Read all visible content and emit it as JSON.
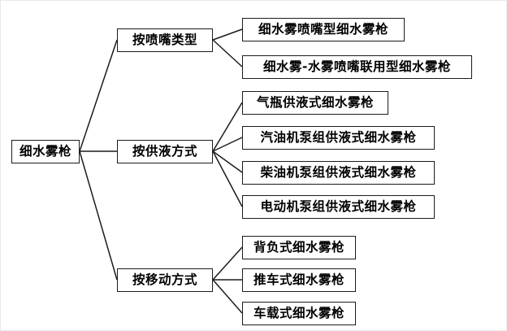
{
  "diagram": {
    "type": "tree",
    "title": "",
    "root": {
      "label": "细水雾枪"
    },
    "branches": [
      {
        "label": "按喷嘴类型",
        "children": [
          {
            "label": "细水雾喷嘴型细水雾枪"
          },
          {
            "label": "细水雾-水雾喷嘴联用型细水雾枪"
          }
        ]
      },
      {
        "label": "按供液方式",
        "children": [
          {
            "label": "气瓶供液式细水雾枪"
          },
          {
            "label": "汽油机泵组供液式细水雾枪"
          },
          {
            "label": "柴油机泵组供液式细水雾枪"
          },
          {
            "label": "电动机泵组供液式细水雾枪"
          }
        ]
      },
      {
        "label": "按移动方式",
        "children": [
          {
            "label": "背负式细水雾枪"
          },
          {
            "label": "推车式细水雾枪"
          },
          {
            "label": "车载式细水雾枪"
          }
        ]
      }
    ],
    "colors": {
      "background": "#ffffff",
      "box_border": "#1c1c1c",
      "text": "#000000",
      "edge": "#1c1c1c",
      "page_border": "#e9e9e9"
    }
  }
}
